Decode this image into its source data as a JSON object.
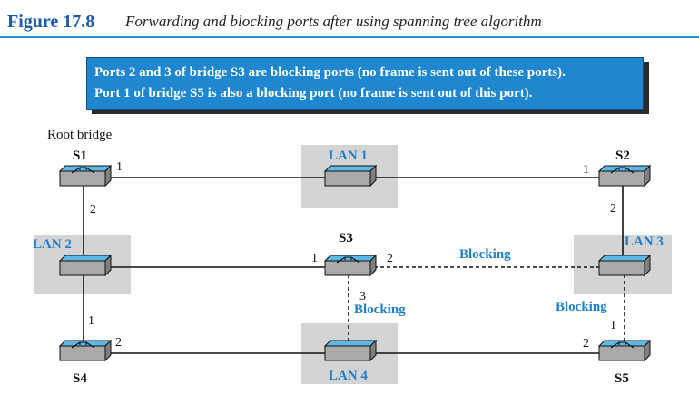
{
  "figure": {
    "number": "Figure 17.8",
    "title": "Forwarding and blocking ports after using spanning tree algorithm"
  },
  "note": {
    "line1": "Ports 2 and 3 of bridge S3 are blocking ports (no frame is sent out of these ports).",
    "line2": "Port 1 of bridge S5 is also a blocking port (no frame is sent out of this port)."
  },
  "labels": {
    "root_bridge": "Root bridge",
    "s1": "S1",
    "s2": "S2",
    "s3": "S3",
    "s4": "S4",
    "s5": "S5",
    "lan1": "LAN 1",
    "lan2": "LAN 2",
    "lan3": "LAN 3",
    "lan4": "LAN 4",
    "blocking": "Blocking"
  },
  "ports": {
    "s1_p1": "1",
    "s1_p2": "2",
    "s2_p1": "1",
    "s2_p2": "2",
    "s3_p1": "1",
    "s3_p2": "2",
    "s3_p3": "3",
    "s4_p1": "1",
    "s4_p2": "2",
    "s5_p1": "1",
    "s5_p2": "2"
  },
  "colors": {
    "accent": "#1a5aa6",
    "rule": "#1f8fd6",
    "note_bg": "#1e87d0",
    "lan_box": "#d4d4d4",
    "device_top": "#5cb8e6",
    "device_side": "#a9a9a9",
    "label_blue": "#1f7fc8"
  }
}
